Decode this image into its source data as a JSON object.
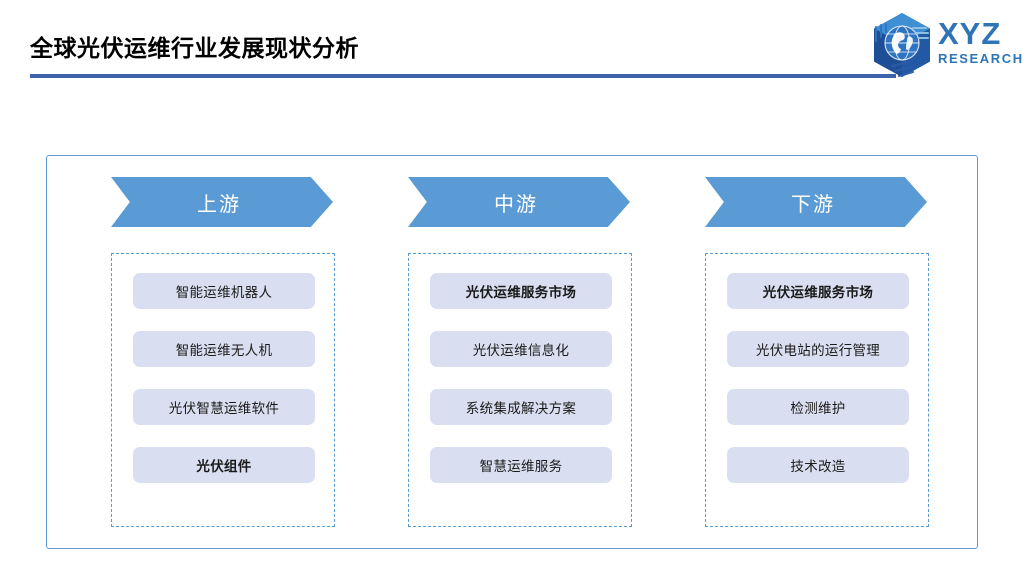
{
  "header": {
    "title": "全球光伏运维行业发展现状分析",
    "rule_color": "#3D63AC"
  },
  "logo": {
    "mark_name": "globe-hexagon-icon",
    "brand": "XYZ",
    "subtitle": "RESEARCH",
    "color": "#2E75B6"
  },
  "theme": {
    "chevron_fill": "#5B9BD5",
    "item_fill": "#D9DFF0",
    "dashed_border": "#5B9BD5",
    "frame_border": "#5B9BD5"
  },
  "diagram": {
    "columns": [
      {
        "banner": "上游",
        "items": [
          {
            "label": "智能运维机器人",
            "emphasis": false
          },
          {
            "label": "智能运维无人机",
            "emphasis": false
          },
          {
            "label": "光伏智慧运维软件",
            "emphasis": false
          },
          {
            "label": "光伏组件",
            "emphasis": true
          }
        ]
      },
      {
        "banner": "中游",
        "items": [
          {
            "label": "光伏运维服务市场",
            "emphasis": true
          },
          {
            "label": "光伏运维信息化",
            "emphasis": false
          },
          {
            "label": "系统集成解决方案",
            "emphasis": false
          },
          {
            "label": "智慧运维服务",
            "emphasis": false
          }
        ]
      },
      {
        "banner": "下游",
        "items": [
          {
            "label": "光伏运维服务市场",
            "emphasis": true
          },
          {
            "label": "光伏电站的运行管理",
            "emphasis": false
          },
          {
            "label": "检测维护",
            "emphasis": false
          },
          {
            "label": "技术改造",
            "emphasis": false
          }
        ]
      }
    ]
  }
}
